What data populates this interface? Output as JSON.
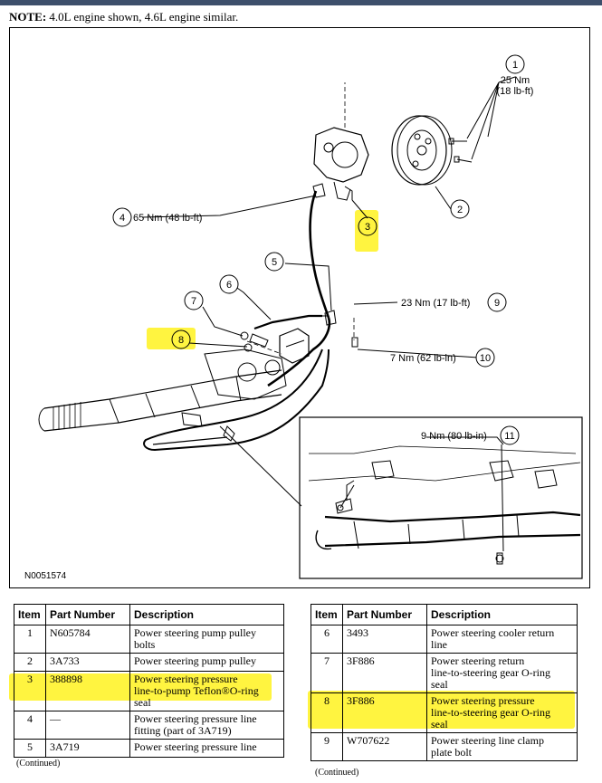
{
  "note": {
    "label": "NOTE:",
    "text": " 4.0L engine shown, 4.6L engine similar."
  },
  "figure": {
    "code": "N0051574",
    "callouts": [
      {
        "id": "1",
        "value": "25 Nm",
        "value2": "(18 lb-ft)"
      },
      {
        "id": "2"
      },
      {
        "id": "3"
      },
      {
        "id": "4",
        "value": "65 Nm (48 lb-ft)"
      },
      {
        "id": "5"
      },
      {
        "id": "6"
      },
      {
        "id": "7"
      },
      {
        "id": "8"
      },
      {
        "id": "9",
        "value": "23 Nm (17 lb-ft)"
      },
      {
        "id": "10",
        "value": "7 Nm (62 lb-in)"
      },
      {
        "id": "11",
        "value": "9 Nm (80 lb-in)"
      }
    ]
  },
  "table_headers": {
    "item": "Item",
    "part": "Part Number",
    "desc": "Description"
  },
  "table_left": [
    {
      "item": "1",
      "part": "N605784",
      "desc": [
        "Power steering pump pulley",
        "bolts"
      ]
    },
    {
      "item": "2",
      "part": "3A733",
      "desc": [
        "Power steering pump pulley"
      ]
    },
    {
      "item": "3",
      "part": "388898",
      "desc": [
        "Power steering pressure",
        "line-to-pump Teflon®O-ring",
        "seal"
      ]
    },
    {
      "item": "4",
      "part": "—",
      "desc": [
        "Power steering pressure line",
        "fitting (part of 3A719)"
      ]
    },
    {
      "item": "5",
      "part": "3A719",
      "desc": [
        "Power steering pressure line"
      ]
    }
  ],
  "table_right": [
    {
      "item": "6",
      "part": "3493",
      "desc": [
        "Power steering cooler return",
        "line"
      ]
    },
    {
      "item": "7",
      "part": "3F886",
      "desc": [
        "Power steering return",
        "line-to-steering gear O-ring",
        "seal"
      ]
    },
    {
      "item": "8",
      "part": "3F886",
      "desc": [
        "Power steering pressure",
        "line-to-steering gear O-ring",
        "seal"
      ]
    },
    {
      "item": "9",
      "part": "W707622",
      "desc": [
        "Power steering line clamp",
        "plate bolt"
      ]
    }
  ],
  "continued": "(Continued)",
  "highlight_color": "#fff000"
}
